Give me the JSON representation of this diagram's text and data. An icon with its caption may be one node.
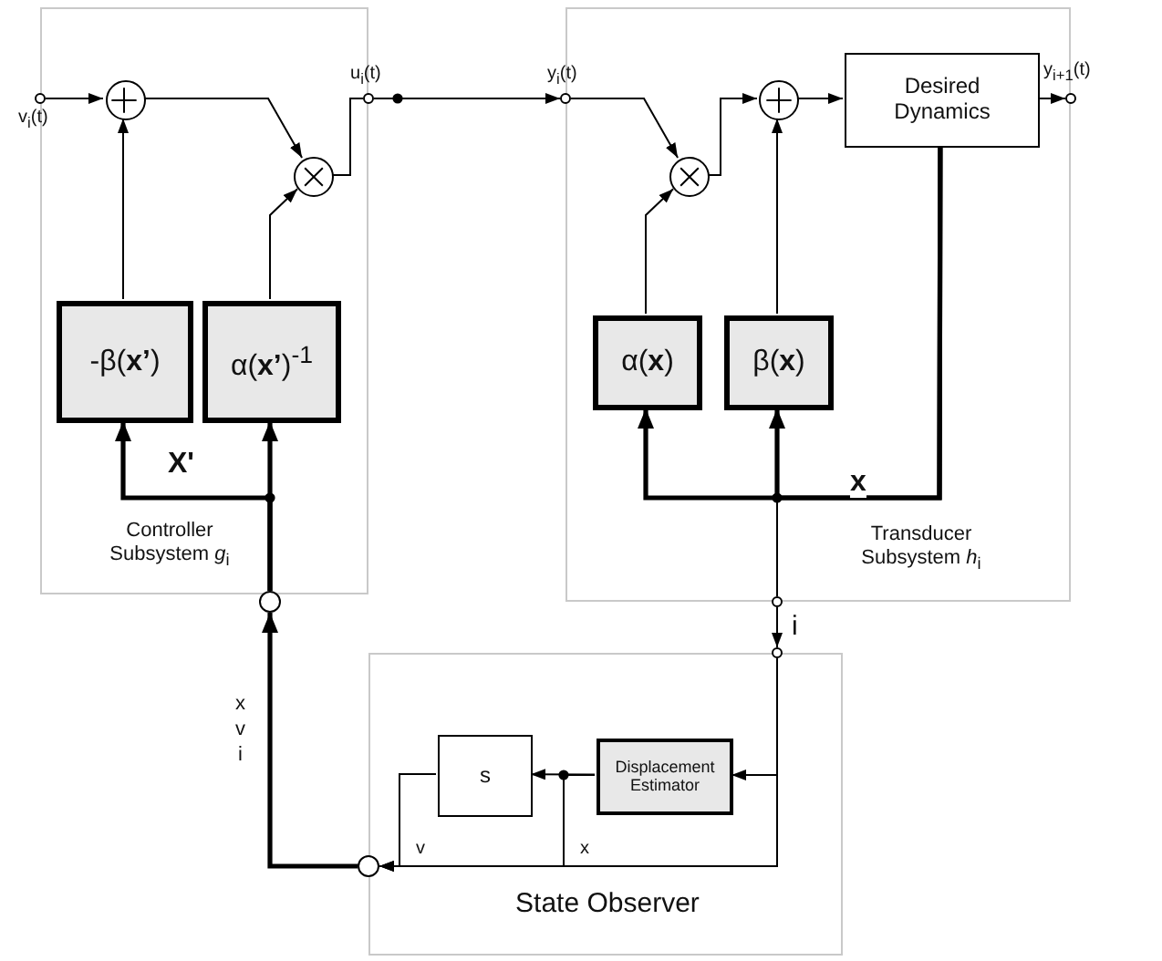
{
  "diagram": {
    "nodes": [
      {
        "text": [
          "Controller Subsystem *g*$_{i}$"
        ]
      },
      {
        "text": [],
        "shape": "circle",
        "beside": [
          "v$_{i}$(t)"
        ]
      },
      {
        "text": [],
        "shape": "circle",
        "in": 0
      },
      {
        "text": [],
        "shape": "circle",
        "in": 0
      },
      {
        "text": [
          "-β(**x’**)"
        ],
        "in": 0
      },
      {
        "text": [
          "α(**x’**)$^{-1}$"
        ],
        "in": 0
      },
      {
        "text": [],
        "shape": "circle",
        "beside": [
          "u$_{i}$(t)"
        ]
      },
      {
        "text": [
          "Transducer Subsystem *h*$_{i}$"
        ]
      },
      {
        "text": [],
        "shape": "circle",
        "beside": [
          "y$_{i}$(t)"
        ]
      },
      {
        "text": [],
        "shape": "circle",
        "in": 7
      },
      {
        "text": [],
        "shape": "circle",
        "in": 7
      },
      {
        "text": [
          "Desired Dynamics"
        ],
        "in": 7
      },
      {
        "text": [],
        "shape": "circle",
        "beside": [
          "y$_{i+1}$(t)"
        ]
      },
      {
        "text": [
          "α(**x**)"
        ],
        "in": 7
      },
      {
        "text": [
          "β(**x**)"
        ],
        "in": 7
      },
      {
        "text": [],
        "shape": "circle"
      },
      {
        "text": [],
        "shape": "circle"
      },
      {
        "text": [
          "State Observer"
        ]
      },
      {
        "text": [],
        "shape": "circle"
      },
      {
        "text": [
          "s"
        ],
        "in": 17
      },
      {
        "text": [
          "Displacement Estimator"
        ],
        "in": 17
      },
      {
        "text": [],
        "shape": "circle"
      }
    ],
    "edges": [
      {
        "from": 1,
        "to": 2,
        "arrow": "to"
      },
      {
        "from": 2,
        "to": 3,
        "arrow": "to"
      },
      {
        "from": 5,
        "to": 3,
        "arrow": "to"
      },
      {
        "from": 4,
        "to": 2,
        "arrow": "to"
      },
      {
        "from": 3,
        "to": 6,
        "arrow": "none"
      },
      {
        "from": 6,
        "to": 8,
        "arrow": "to"
      },
      {
        "from": 8,
        "to": 9,
        "arrow": "to"
      },
      {
        "from": 13,
        "to": 9,
        "arrow": "to"
      },
      {
        "from": 9,
        "to": 10,
        "arrow": "to"
      },
      {
        "from": 14,
        "to": 10,
        "arrow": "to"
      },
      {
        "from": 10,
        "to": 11,
        "arrow": "to"
      },
      {
        "from": 11,
        "to": 12,
        "arrow": "to"
      },
      {
        "from": 11,
        "to": 13,
        "arrow": "to",
        "label": "x",
        "style": "thick"
      },
      {
        "from": 11,
        "to": 14,
        "arrow": "to",
        "style": "thick"
      },
      {
        "from": 11,
        "to": 16,
        "arrow": "none"
      },
      {
        "from": 16,
        "to": 18,
        "arrow": "to",
        "label": "i"
      },
      {
        "from": 18,
        "to": 20,
        "arrow": "to"
      },
      {
        "from": 18,
        "to": 21,
        "arrow": "to"
      },
      {
        "from": 20,
        "to": 19,
        "arrow": "to"
      },
      {
        "from": 20,
        "to": 21,
        "arrow": "to",
        "label": "x"
      },
      {
        "from": 19,
        "to": 21,
        "arrow": "to",
        "label": "v"
      },
      {
        "from": 21,
        "to": 15,
        "arrow": "to",
        "label": "x v i",
        "style": "thick"
      },
      {
        "from": 15,
        "to": 5,
        "arrow": "to",
        "style": "thick"
      },
      {
        "from": 15,
        "to": 4,
        "arrow": "to",
        "label": "X'",
        "style": "thick"
      }
    ]
  }
}
